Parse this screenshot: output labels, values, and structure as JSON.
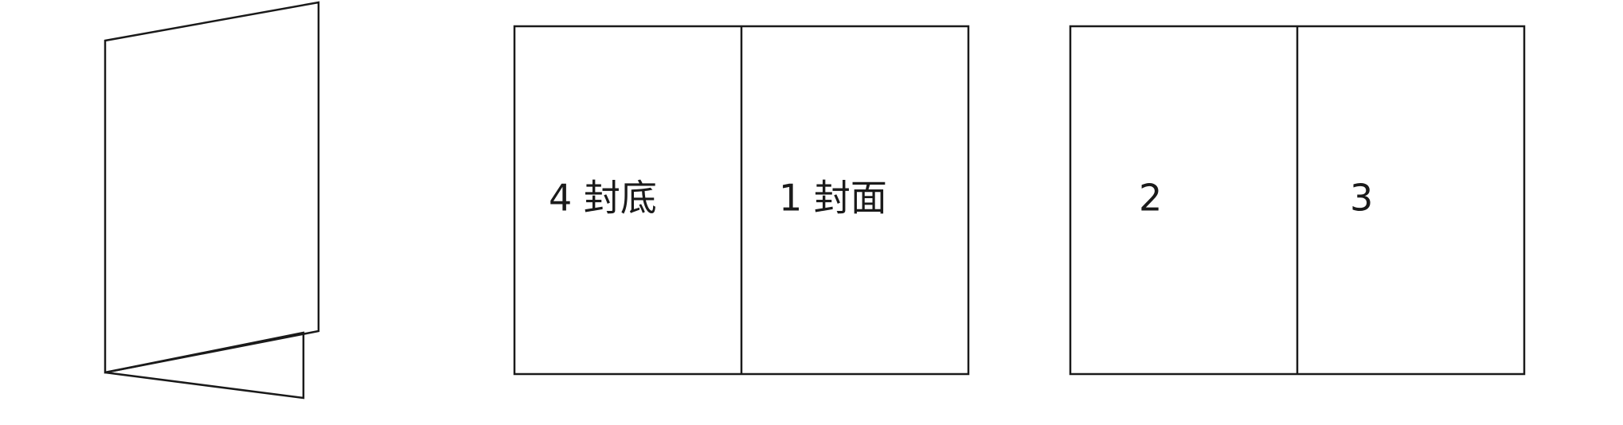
{
  "spread_outer": {
    "left_label": "4 封底",
    "right_label": "1 封面"
  },
  "spread_inner": {
    "left_label": "2",
    "right_label": "3"
  }
}
